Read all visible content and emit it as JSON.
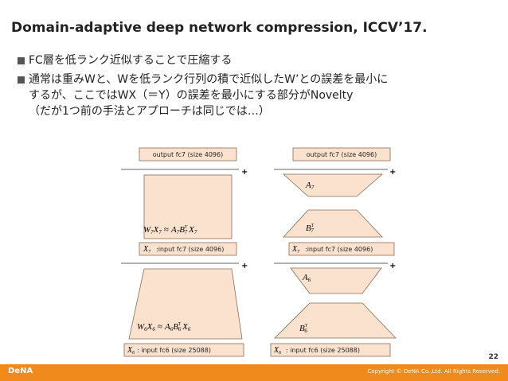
{
  "slide": {
    "title": "Domain-adaptive deep network compression, ICCV’17.",
    "bullets": [
      {
        "lines": [
          "FC層を低ランク近似することで圧縮する"
        ]
      },
      {
        "lines": [
          "通常は重みWと、Wを低ランク行列の積で近似したW’との誤差を最小に",
          "するが、ここではWX（＝Y）の誤差を最小にする部分がNovelty",
          "（だが1つ前の手法とアプローチは同じでは…）"
        ]
      }
    ],
    "page_number": "22",
    "footer": {
      "logo": "DeNA",
      "copyright": "Copyright © DeNA Co.,Ltd. All Rights Reserved."
    }
  },
  "diagram": {
    "left": {
      "output_label": "output fc7 (size 4096)",
      "plus": "+",
      "eq7": {
        "W": "W",
        "Wsub": "7",
        "X": "X",
        "Xsub": "7",
        "approx": "≈",
        "A": "A",
        "Asub": "7",
        "B": "B",
        "Bsub": "7",
        "T": "T",
        "X2": "X",
        "X2sub": "7"
      },
      "input7_var": "X",
      "input7_sub": "7",
      "input7_label": ":input fc7 (size 4096)",
      "plus2": "+",
      "eq6": {
        "W": "W",
        "Wsub": "6",
        "X": "X",
        "Xsub": "6",
        "approx": "≈",
        "A": "A",
        "Asub": "6",
        "B": "B",
        "Bsub": "6",
        "T": "T",
        "X2": "X",
        "X2sub": "6"
      },
      "input6_var": "X",
      "input6_sub": "6",
      "input6_label": ": input fc6 (size 25088)"
    },
    "right": {
      "output_label": "output fc7 (size 4096)",
      "plus": "+",
      "a7": {
        "v": "A",
        "sub": "7"
      },
      "b7": {
        "v": "B",
        "sub": "7",
        "sup": "T"
      },
      "input7_var": "X",
      "input7_sub": "7",
      "input7_label": ":input fc7 (size 4096)",
      "plus2": "+",
      "a6": {
        "v": "A",
        "sub": "6"
      },
      "b6": {
        "v": "B",
        "sub": "6",
        "sup": "T"
      },
      "input6_var": "X",
      "input6_sub": "6",
      "input6_label": ": input fc6 (size 25088)"
    },
    "colors": {
      "box_fill": "#fbe2cf",
      "box_stroke": "#8a6d55",
      "label_fill": "#fbe2cf"
    }
  }
}
